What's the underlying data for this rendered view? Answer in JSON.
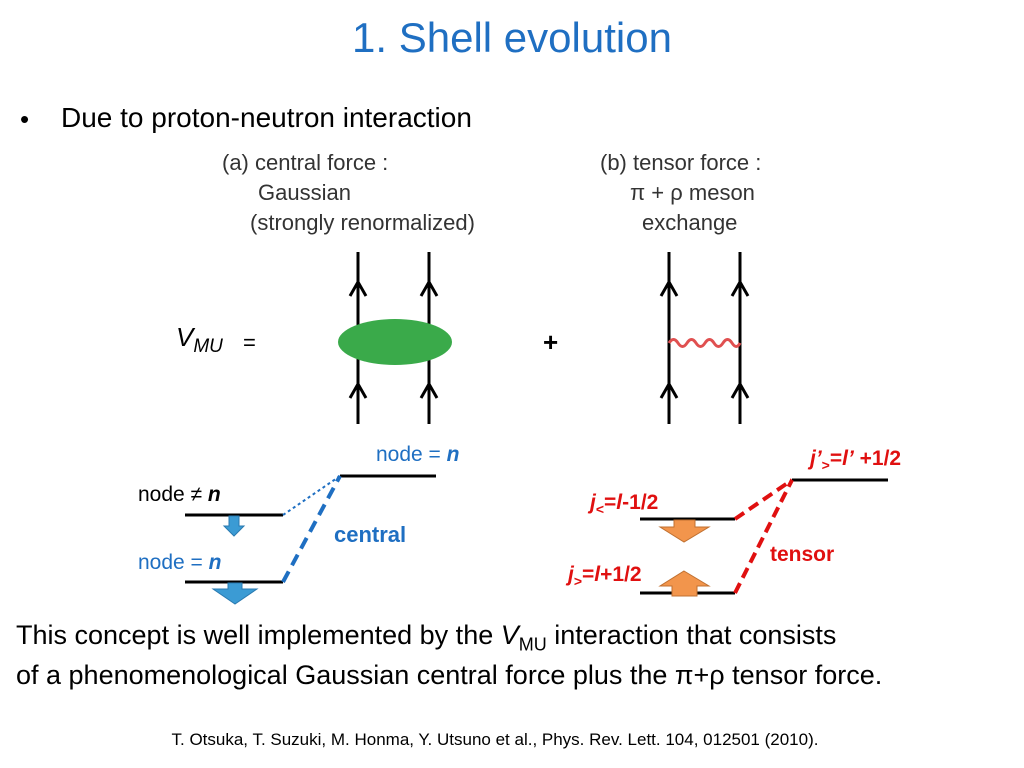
{
  "title": "1. Shell evolution",
  "bullet": {
    "symbol": "•",
    "text": "Due to proton-neutron interaction"
  },
  "diagram_a": {
    "lines": [
      "(a) central force :",
      "Gaussian",
      "(strongly renormalized)"
    ]
  },
  "diagram_b": {
    "lines": [
      "(b)  tensor force :",
      "π +   ρ meson",
      "exchange"
    ]
  },
  "vmu": {
    "symbol": "V",
    "subscript": "MU",
    "equals": "="
  },
  "plus": "+",
  "levels": {
    "node_n_top": {
      "prefix": "node = ",
      "var": "n"
    },
    "node_neq": {
      "prefix": "node ≠ ",
      "var": "n"
    },
    "node_n_bottom": {
      "prefix": "node = ",
      "var": "n"
    },
    "central": "central",
    "jprime": {
      "j": "j’",
      "sub": ">",
      "eq": "=",
      "l": "l’",
      "rest": " +1/2"
    },
    "jless": {
      "j": "j",
      "sub": "<",
      "eq": "=",
      "l": "l",
      "rest": "-1/2"
    },
    "jgreat": {
      "j": "j",
      "sub": ">",
      "eq": "=",
      "l": "l",
      "rest": "+1/2"
    },
    "tensor": "tensor"
  },
  "colors": {
    "title_blue": "#1f6fc2",
    "green_blob": "#3aaa4a",
    "wavy_red": "#e05050",
    "arrow_blue": "#3b9bd4",
    "arrow_orange": "#f2954c",
    "red_text": "#e01010"
  },
  "statement": {
    "line1_pre": "This concept is well implemented by the ",
    "line1_v": "V",
    "line1_sub": "MU",
    "line1_post": " interaction that consists",
    "line2": "of a phenomenological Gaussian central force plus the π+ρ tensor force."
  },
  "reference": "T. Otsuka, T. Suzuki, M. Honma, Y. Utsuno et al., Phys. Rev. Lett. 104, 012501 (2010)."
}
